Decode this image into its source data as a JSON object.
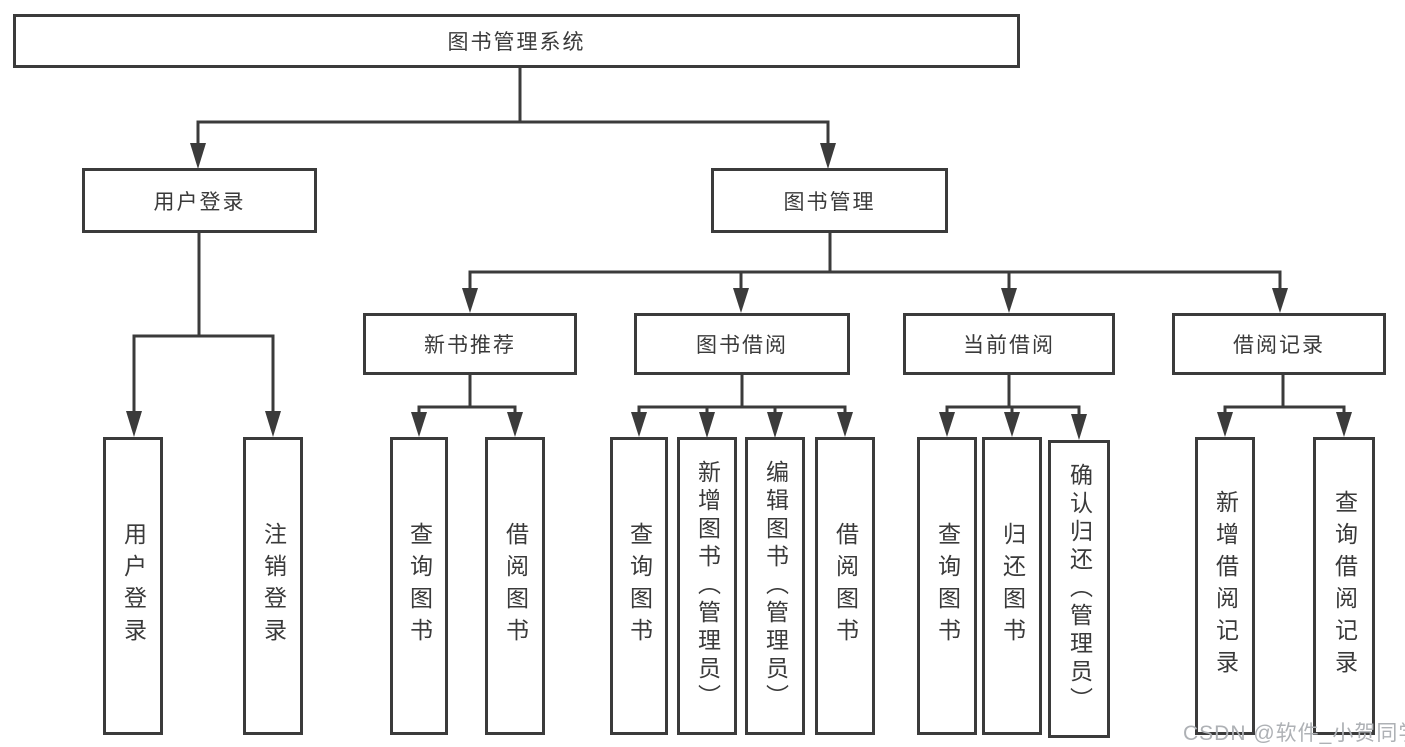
{
  "diagram_title": "图书管理系统",
  "tree": {
    "label": "图书管理系统",
    "children": [
      {
        "label": "用户登录",
        "children": [
          {
            "label": "用户登录"
          },
          {
            "label": "注销登录"
          }
        ]
      },
      {
        "label": "图书管理",
        "children": [
          {
            "label": "新书推荐",
            "children": [
              {
                "label": "查询图书"
              },
              {
                "label": "借阅图书"
              }
            ]
          },
          {
            "label": "图书借阅",
            "children": [
              {
                "label": "查询图书"
              },
              {
                "label": "新增图书（管理员）"
              },
              {
                "label": "编辑图书（管理员）"
              },
              {
                "label": "借阅图书"
              }
            ]
          },
          {
            "label": "当前借阅",
            "children": [
              {
                "label": "查询图书"
              },
              {
                "label": "归还图书"
              },
              {
                "label": "确认归还（管理员）"
              }
            ]
          },
          {
            "label": "借阅记录",
            "children": [
              {
                "label": "新增借阅记录"
              },
              {
                "label": "查询借阅记录"
              }
            ]
          }
        ]
      }
    ]
  },
  "watermark": "CSDN @软件_小贺同学",
  "colors": {
    "line": "#3b3b3b",
    "text": "#3a3a3a",
    "watermark": "#aeb1b5",
    "background": "#ffffff"
  }
}
